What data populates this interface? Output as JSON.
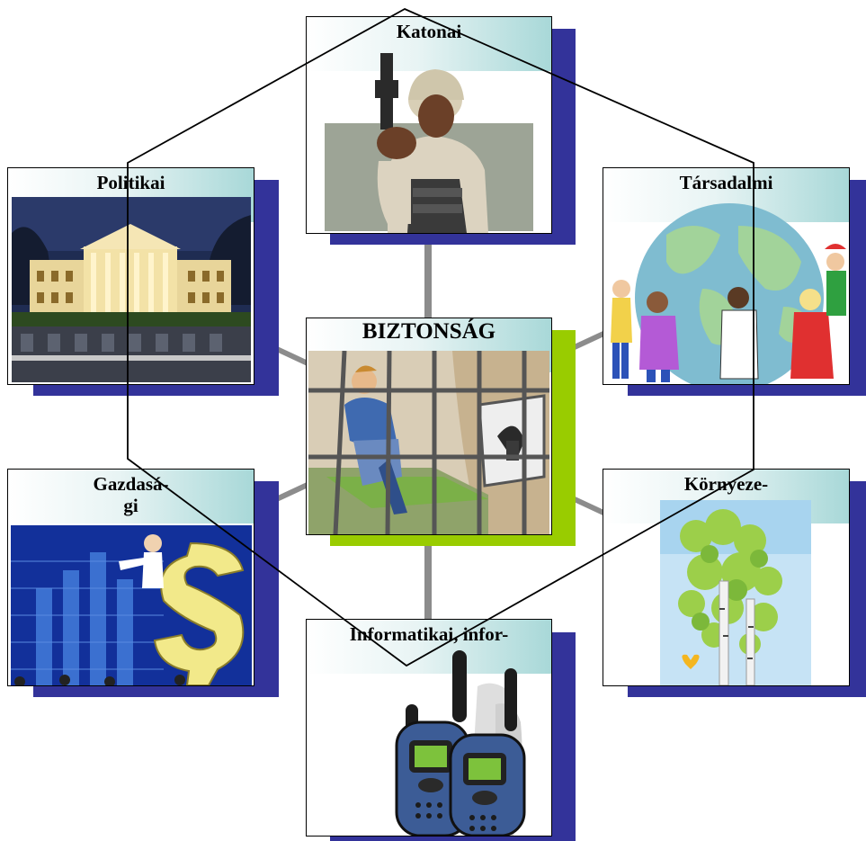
{
  "center": {
    "title": "BIZTONSÁG"
  },
  "nodes": {
    "military": {
      "title": "Katonai"
    },
    "political": {
      "title": "Politikai"
    },
    "social": {
      "title": "Társadalmi"
    },
    "economic": {
      "title": "Gazdasá-\ngi"
    },
    "environmental": {
      "title": "Környeze-"
    },
    "information": {
      "title": "Informatikai, infor-"
    }
  },
  "colors": {
    "shadow": "#33339a",
    "center_shadow": "#99cc00",
    "connector": "#8c8c8c",
    "card_gradient_end": "#a8d8d8"
  },
  "icons": {
    "military": "soldier-icon",
    "political": "white-house-icon",
    "social": "children-globe-icon",
    "economic": "dollar-chart-icon",
    "environmental": "birch-tree-icon",
    "information": "walkie-talkie-icon",
    "center": "prison-cell-icon"
  }
}
